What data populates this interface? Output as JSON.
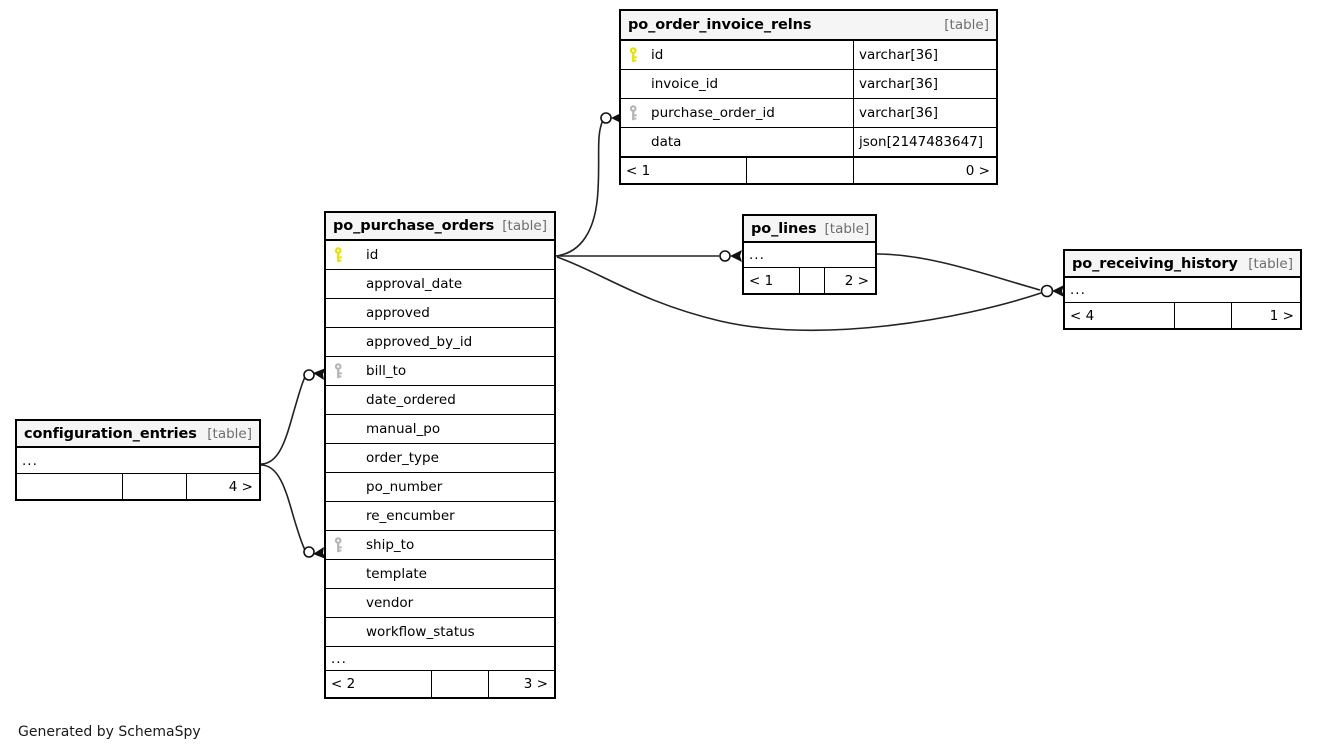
{
  "diagram": {
    "generator_text": "Generated by SchemaSpy",
    "kind_label": "[table]",
    "ellipsis": "...",
    "colors": {
      "primary_key": "#e8e000",
      "foreign_key": "#b5b5b5",
      "header_background": "#f5f5f5",
      "border": "#000000",
      "edge": "#222222",
      "kind_label": "#6e6e6e"
    }
  },
  "tables": {
    "po_order_invoice_relns": {
      "name": "po_order_invoice_relns",
      "kind": "[table]",
      "columns": [
        {
          "key": "primary",
          "name": "id",
          "type": "varchar[36]"
        },
        {
          "key": "none",
          "name": "invoice_id",
          "type": "varchar[36]"
        },
        {
          "key": "foreign",
          "name": "purchase_order_id",
          "type": "varchar[36]"
        },
        {
          "key": "none",
          "name": "data",
          "type": "json[2147483647]"
        }
      ],
      "footer": {
        "left": "< 1",
        "mid": "",
        "right": "0 >"
      }
    },
    "po_purchase_orders": {
      "name": "po_purchase_orders",
      "kind": "[table]",
      "columns": [
        {
          "key": "primary",
          "name": "id",
          "type": ""
        },
        {
          "key": "none",
          "name": "approval_date",
          "type": ""
        },
        {
          "key": "none",
          "name": "approved",
          "type": ""
        },
        {
          "key": "none",
          "name": "approved_by_id",
          "type": ""
        },
        {
          "key": "foreign",
          "name": "bill_to",
          "type": ""
        },
        {
          "key": "none",
          "name": "date_ordered",
          "type": ""
        },
        {
          "key": "none",
          "name": "manual_po",
          "type": ""
        },
        {
          "key": "none",
          "name": "order_type",
          "type": ""
        },
        {
          "key": "none",
          "name": "po_number",
          "type": ""
        },
        {
          "key": "none",
          "name": "re_encumber",
          "type": ""
        },
        {
          "key": "foreign",
          "name": "ship_to",
          "type": ""
        },
        {
          "key": "none",
          "name": "template",
          "type": ""
        },
        {
          "key": "none",
          "name": "vendor",
          "type": ""
        },
        {
          "key": "none",
          "name": "workflow_status",
          "type": ""
        }
      ],
      "more_columns": "...",
      "footer": {
        "left": "< 2",
        "mid": "",
        "right": "3 >"
      }
    },
    "po_lines": {
      "name": "po_lines",
      "kind": "[table]",
      "more_columns": "...",
      "footer": {
        "left": "< 1",
        "mid": "",
        "right": "2 >"
      }
    },
    "po_receiving_history": {
      "name": "po_receiving_history",
      "kind": "[table]",
      "more_columns": "...",
      "footer": {
        "left": "< 4",
        "mid": "",
        "right": "1 >"
      }
    },
    "configuration_entries": {
      "name": "configuration_entries",
      "kind": "[table]",
      "more_columns": "...",
      "footer": {
        "left": "",
        "mid": "",
        "right": "4 >"
      }
    }
  },
  "relationships": [
    {
      "from": "po_purchase_orders.id",
      "to": "po_order_invoice_relns.purchase_order_id"
    },
    {
      "from": "po_purchase_orders.id",
      "to": "po_lines"
    },
    {
      "from": "po_purchase_orders.id",
      "to": "po_receiving_history"
    },
    {
      "from": "po_lines",
      "to": "po_receiving_history"
    },
    {
      "from": "configuration_entries",
      "to": "po_purchase_orders.bill_to"
    },
    {
      "from": "configuration_entries",
      "to": "po_purchase_orders.ship_to"
    }
  ]
}
